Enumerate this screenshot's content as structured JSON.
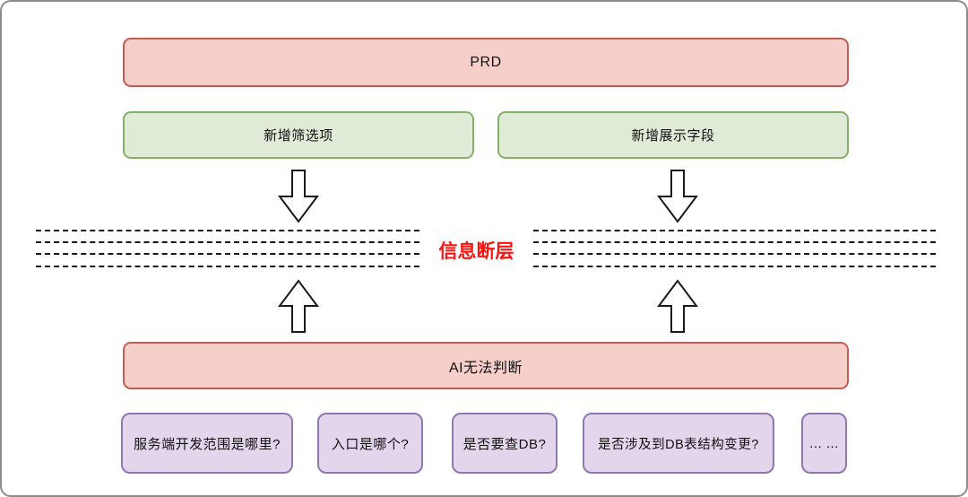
{
  "diagram": {
    "prd_box": {
      "label": "PRD"
    },
    "branch_boxes": [
      {
        "label": "新增筛选项"
      },
      {
        "label": "新增展示字段"
      }
    ],
    "gap_label": {
      "text": "信息断层"
    },
    "ai_box": {
      "label": "AI无法判断"
    },
    "question_boxes": [
      {
        "label": "服务端开发范围是哪里?"
      },
      {
        "label": "入口是哪个?"
      },
      {
        "label": "是否要查DB?"
      },
      {
        "label": "是否涉及到DB表结构变更?"
      },
      {
        "label": "... ..."
      }
    ],
    "icons": [
      "down-block-arrow-icon",
      "down-block-arrow-icon",
      "up-block-arrow-icon",
      "up-block-arrow-icon"
    ],
    "colors": {
      "pink_fill": "#f6cfcb",
      "pink_border": "#c45b55",
      "green_fill": "#dfead7",
      "green_border": "#84b168",
      "purple_fill": "#e3d6ec",
      "purple_border": "#9078ae",
      "gap_text": "#fa1410",
      "arrow_outline": "#1a1a1a",
      "dash_line": "#161616",
      "frame_border": "#8c8c8c"
    }
  }
}
